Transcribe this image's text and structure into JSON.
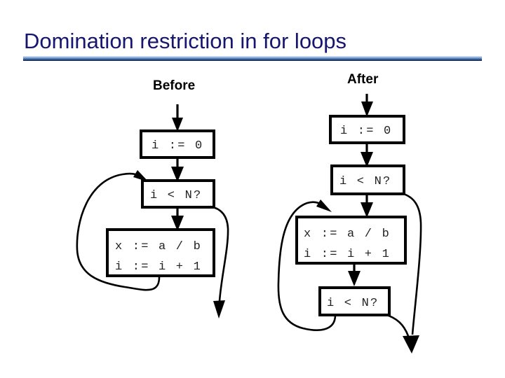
{
  "slide": {
    "title": "Domination restriction in for loops",
    "title_color": "#161670",
    "rule_color": "#1b2f63",
    "background": "#ffffff"
  },
  "figure": {
    "panels": [
      {
        "id": "before",
        "label": "Before",
        "nodes": [
          {
            "id": "before-init",
            "lines": [
              "i := 0"
            ]
          },
          {
            "id": "before-test",
            "lines": [
              "i < N?"
            ]
          },
          {
            "id": "before-body",
            "lines": [
              "x := a / b",
              "i := i + 1"
            ]
          }
        ],
        "edges": [
          {
            "id": "entry-to-init",
            "from": "entry",
            "to": "before-init",
            "kind": "straight"
          },
          {
            "id": "init-to-test",
            "from": "before-init",
            "to": "before-test",
            "kind": "straight"
          },
          {
            "id": "test-to-body",
            "from": "before-test",
            "to": "before-body",
            "kind": "straight"
          },
          {
            "id": "body-back-to-test",
            "from": "before-body",
            "to": "before-test",
            "kind": "back-edge"
          },
          {
            "id": "test-to-exit",
            "from": "before-test",
            "to": "exit",
            "kind": "exit-edge"
          }
        ]
      },
      {
        "id": "after",
        "label": "After",
        "nodes": [
          {
            "id": "after-init",
            "lines": [
              "i := 0"
            ]
          },
          {
            "id": "after-guard",
            "lines": [
              "i < N?"
            ]
          },
          {
            "id": "after-body",
            "lines": [
              "x := a / b",
              "i := i + 1"
            ]
          },
          {
            "id": "after-test",
            "lines": [
              "i < N?"
            ]
          }
        ],
        "edges": [
          {
            "id": "entry-to-init",
            "from": "entry",
            "to": "after-init",
            "kind": "straight"
          },
          {
            "id": "init-to-guard",
            "from": "after-init",
            "to": "after-guard",
            "kind": "straight"
          },
          {
            "id": "guard-to-body",
            "from": "after-guard",
            "to": "after-body",
            "kind": "straight"
          },
          {
            "id": "body-to-test",
            "from": "after-body",
            "to": "after-test",
            "kind": "straight"
          },
          {
            "id": "test-back-to-body",
            "from": "after-test",
            "to": "after-body",
            "kind": "back-edge"
          },
          {
            "id": "guard-to-exit",
            "from": "after-guard",
            "to": "exit",
            "kind": "exit-edge"
          },
          {
            "id": "test-to-exit",
            "from": "after-test",
            "to": "exit",
            "kind": "exit-edge"
          }
        ]
      }
    ]
  }
}
